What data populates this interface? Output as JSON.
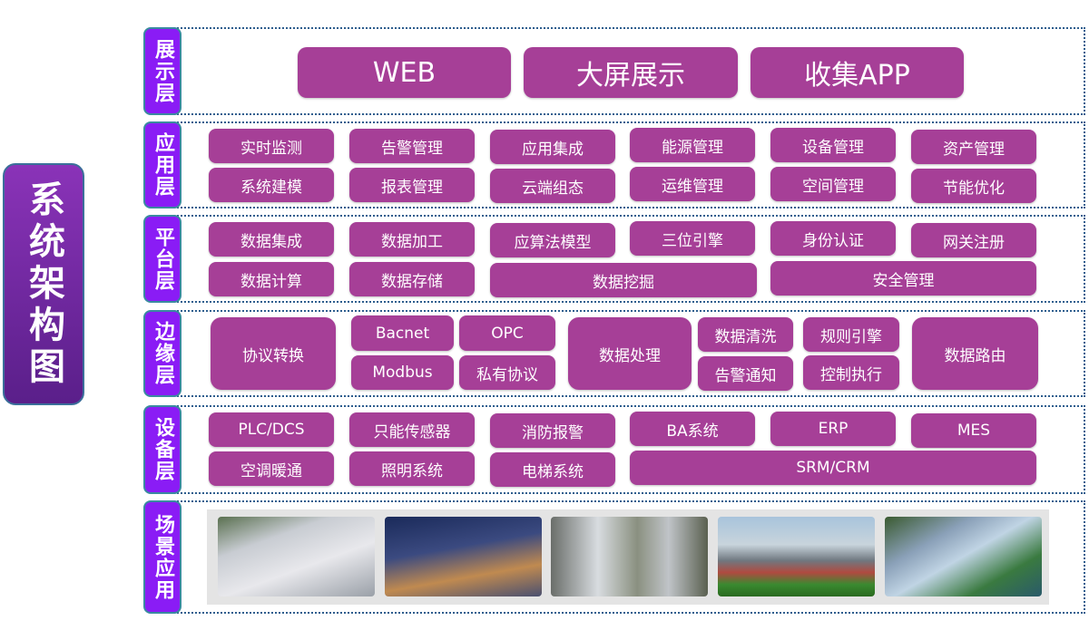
{
  "title": "系统架构图",
  "layers": [
    "展示层",
    "应用层",
    "平台层",
    "边缘层",
    "设备层",
    "场景应用"
  ],
  "presentation": [
    "WEB",
    "大屏展示",
    "收集APP"
  ],
  "application": [
    "实时监测",
    "告警管理",
    "应用集成",
    "能源管理",
    "设备管理",
    "资产管理",
    "系统建模",
    "报表管理",
    "云端组态",
    "运维管理",
    "空间管理",
    "节能优化"
  ],
  "platform": [
    "数据集成",
    "数据加工",
    "应算法模型",
    "三位引擎",
    "身份认证",
    "网关注册",
    "数据计算",
    "数据存储",
    "数据挖掘",
    "安全管理"
  ],
  "edge": [
    "协议转换",
    "Bacnet",
    "OPC",
    "Modbus",
    "私有协议",
    "数据处理",
    "数据清洗",
    "规则引擎",
    "告警通知",
    "控制执行",
    "数据路由"
  ],
  "device": [
    "PLC/DCS",
    "只能传感器",
    "消防报警",
    "BA系统",
    "ERP",
    "MES",
    "空调暖通",
    "照明系统",
    "电梯系统",
    "SRM/CRM"
  ]
}
